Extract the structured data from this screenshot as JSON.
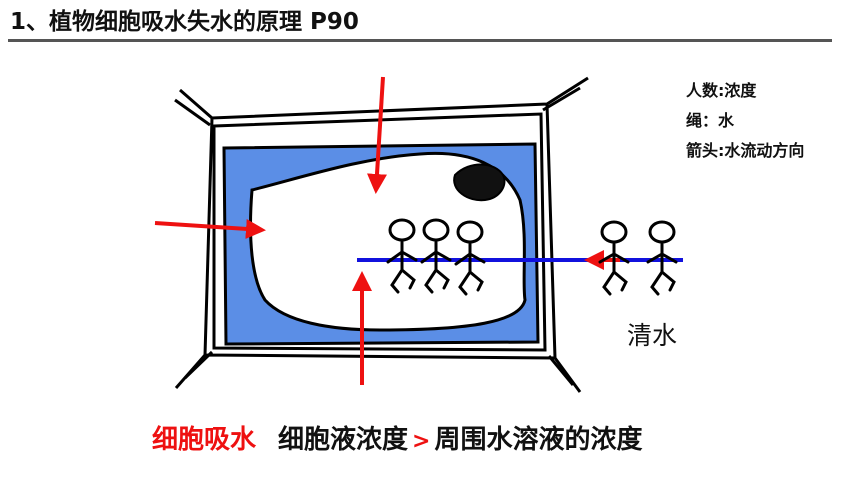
{
  "title": "1、植物细胞吸水失水的原理 P90",
  "legend": [
    "人数:浓度",
    "绳：水",
    "箭头:水流动方向"
  ],
  "water_label": "清水",
  "conclusion": {
    "lead": "细胞吸水",
    "left": "细胞液浓度",
    "operator": ">",
    "right": "周围水溶液的浓度"
  },
  "colors": {
    "cytoplasm": "#5b8ee6",
    "arrow": "#ee1111",
    "rope": "#1111dd"
  },
  "icons": [
    "stick-figure-icon",
    "arrow-icon"
  ]
}
